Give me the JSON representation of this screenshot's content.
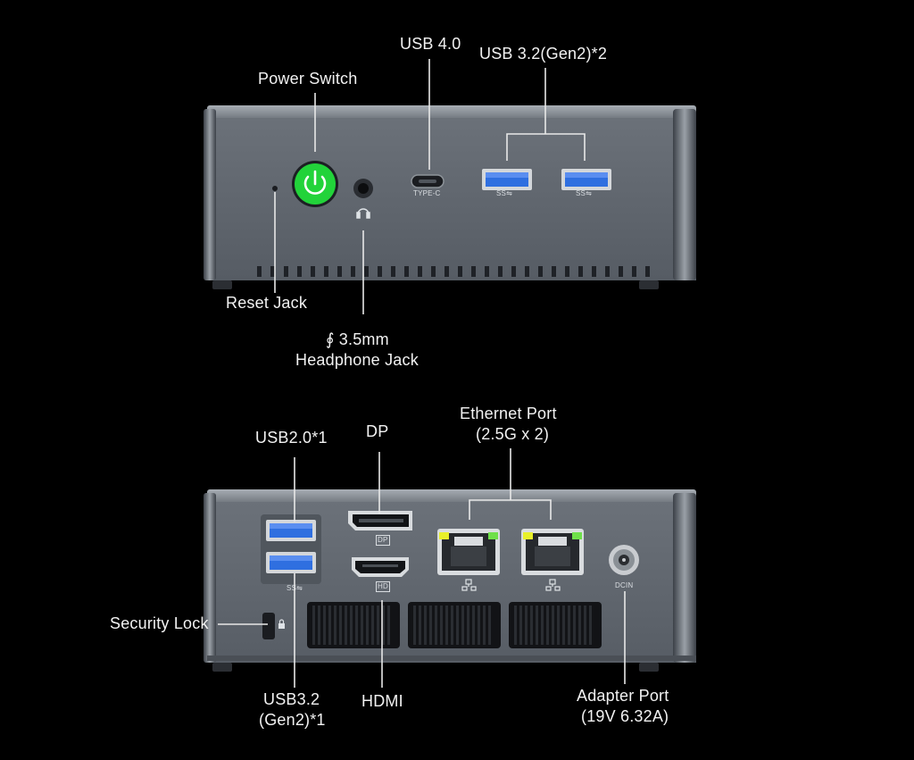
{
  "colors": {
    "background": "#000000",
    "chassis": "#5e646c",
    "power_button": "#22d33a",
    "usb3_blue": "#2f6fe0",
    "led_yellow": "#e8f02a",
    "led_green": "#6fe04a"
  },
  "front_panel": {
    "labels": {
      "power_switch": "Power Switch",
      "usb4": "USB 4.0",
      "usb32": "USB 3.2(Gen2)*2",
      "reset": "Reset Jack",
      "headphone_line1": "∮ 3.5mm",
      "headphone_line2": "Headphone Jack"
    },
    "port_marks": {
      "typec": "TYPE-C",
      "ss1": "SS⇋",
      "ss2": "SS⇋"
    },
    "icons": [
      "power-icon",
      "headphone-icon"
    ]
  },
  "rear_panel": {
    "labels": {
      "usb20": "USB2.0*1",
      "dp": "DP",
      "ethernet_line1": "Ethernet Port",
      "ethernet_line2": "(2.5G x 2)",
      "security": "Security Lock",
      "usb32_line1": "USB3.2",
      "usb32_line2": "(Gen2)*1",
      "hdmi": "HDMI",
      "adapter_line1": "Adapter Port",
      "adapter_line2": "(19V 6.32A)"
    },
    "port_marks": {
      "dp_mark": "DP",
      "hdmi_mark": "HD",
      "dcin": "DCIN",
      "ss": "SS⇋"
    },
    "icons": [
      "network-icon",
      "lock-icon"
    ]
  }
}
